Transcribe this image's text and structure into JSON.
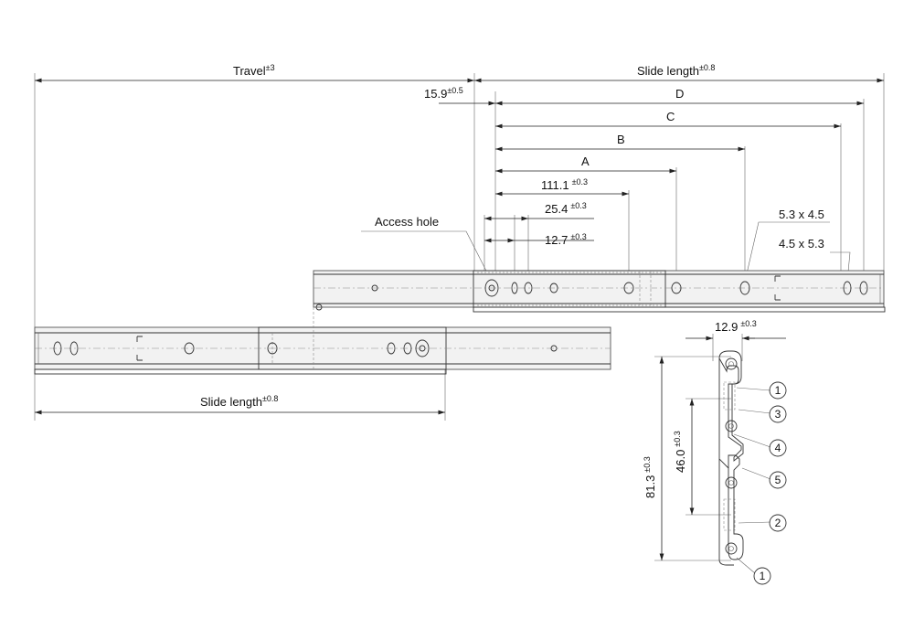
{
  "side_view": {
    "travel": {
      "label": "Travel",
      "tol": "±3"
    },
    "slide_length_top": {
      "label": "Slide length",
      "tol": "±0.8"
    },
    "slide_length_bottom": {
      "label": "Slide length",
      "tol": "±0.8"
    },
    "offset": {
      "label": "15.9",
      "tol": "±0.5"
    },
    "dim_d": "D",
    "dim_c": "C",
    "dim_b": "B",
    "dim_a": "A",
    "dim_111": {
      "label": "111.1",
      "tol": "±0.3"
    },
    "dim_25": {
      "label": "25.4",
      "tol": "±0.3"
    },
    "dim_12": {
      "label": "12.7",
      "tol": "±0.3"
    },
    "access_hole": "Access hole",
    "slot_1": "5.3 x 4.5",
    "slot_2": "4.5 x 5.3"
  },
  "section_view": {
    "width": {
      "label": "12.9",
      "tol": "±0.3"
    },
    "height": {
      "label": "81.3",
      "tol": "±0.3"
    },
    "inner_height": {
      "label": "46.0",
      "tol": "±0.3"
    },
    "callouts": [
      "1",
      "3",
      "4",
      "5",
      "2",
      "1"
    ]
  }
}
